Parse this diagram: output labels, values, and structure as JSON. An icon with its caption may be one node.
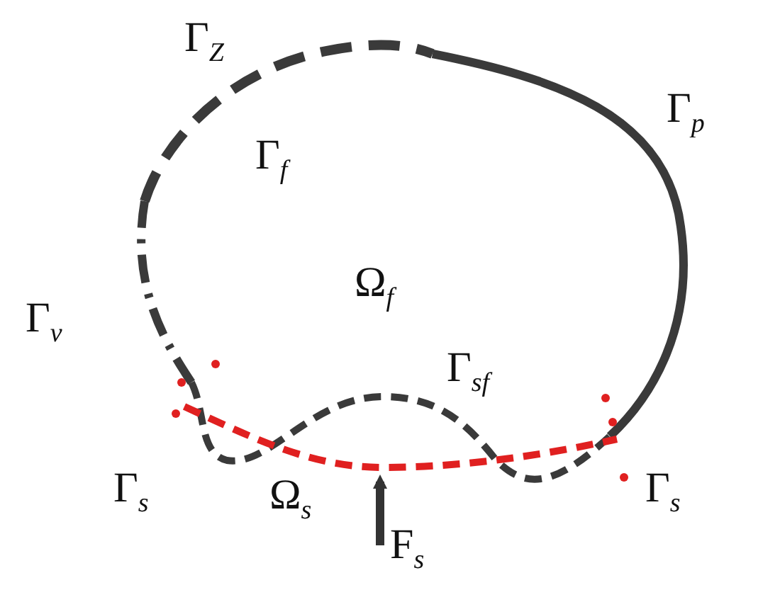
{
  "diagram": {
    "labels": [
      "Γ$_{Z}$",
      "Γ$_{p}$",
      "Γ$_{f}$",
      "Ω$_{f}$",
      "Γ$_{v}$",
      "Γ$_{sf}$",
      "Γ$_{s}$",
      "Ω$_{s}$",
      "F$_{s}$",
      "Γ$_{s}$"
    ]
  }
}
